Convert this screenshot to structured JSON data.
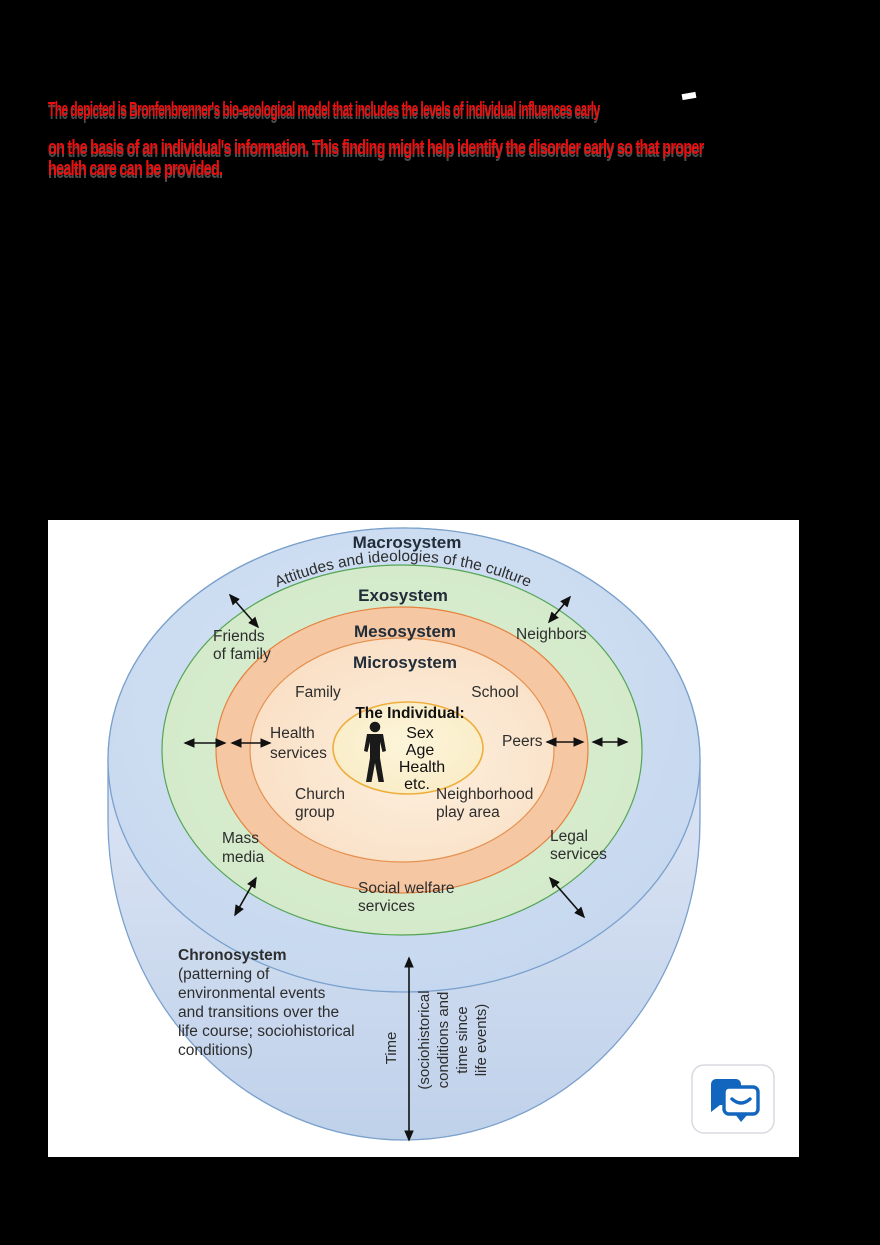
{
  "annotation": {
    "text_color": "#ef0e0e",
    "para1": "The depicted is Bronfenbrenner's bio-ecological model that includes the levels of individual influences early",
    "para2_line1": "on the basis of an individual's information. This finding might help identify the disorder early so that proper",
    "para2_line2": "health care can be provided."
  },
  "figure": {
    "rings": {
      "macrosystem": {
        "label": "Macrosystem",
        "sublabel": "Attitudes and ideologies of the culture",
        "fill": "#cbdcf0",
        "stroke": "#7aa0cc"
      },
      "exosystem": {
        "label": "Exosystem",
        "fill": "#d5ebcd",
        "stroke": "#55a455"
      },
      "mesosystem": {
        "label": "Mesosystem",
        "fill": "#f5c7a3",
        "stroke": "#e5823f"
      },
      "microsystem": {
        "label": "Microsystem",
        "fill": "#f9ddc4",
        "stroke": "#e5914f"
      }
    },
    "individual": {
      "title": "The Individual:",
      "items": [
        "Sex",
        "Age",
        "Health",
        "etc."
      ],
      "fill": "#fbf0cf",
      "stroke": "#eeae3c"
    },
    "labels": {
      "friends_of_family": [
        "Friends",
        "of family"
      ],
      "neighbors": "Neighbors",
      "family": "Family",
      "school": "School",
      "health_services": [
        "Health",
        "services"
      ],
      "peers": "Peers",
      "church_group": [
        "Church",
        "group"
      ],
      "neighborhood_play_area": [
        "Neighborhood",
        "play area"
      ],
      "mass_media": [
        "Mass",
        "media"
      ],
      "legal_services": [
        "Legal",
        "services"
      ],
      "social_welfare_services": [
        "Social welfare",
        "services"
      ]
    },
    "chronosystem": {
      "title": "Chronosystem",
      "lines": [
        "(patterning of",
        "environmental events",
        "and transitions over the",
        "life course; sociohistorical",
        "conditions)"
      ]
    },
    "time_axis": {
      "label": "Time",
      "paren_lines": [
        "(sociohistorical",
        "conditions and",
        "time since",
        "life events)"
      ]
    },
    "chat_icon_color": "#1266be"
  }
}
